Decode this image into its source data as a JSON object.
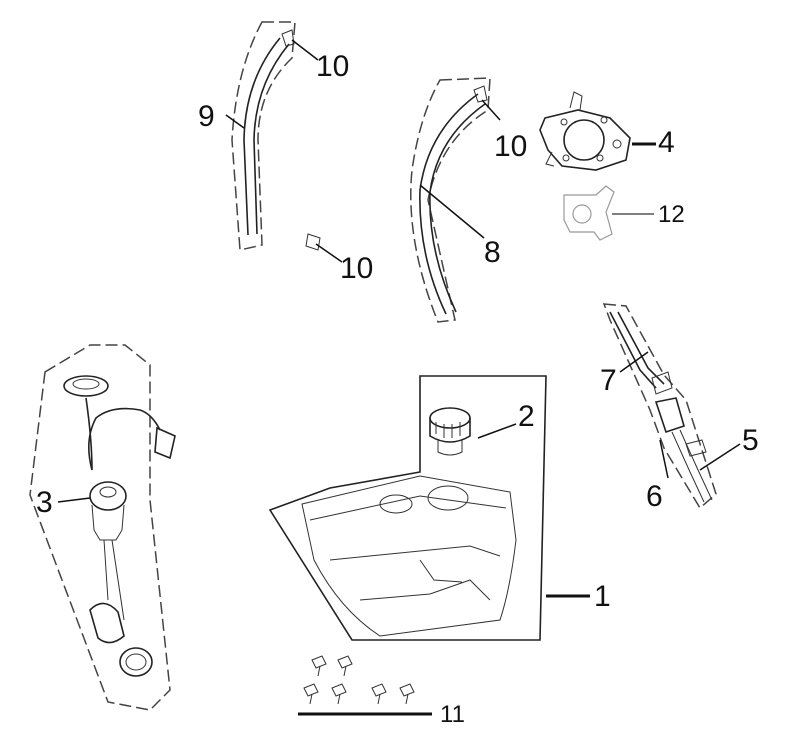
{
  "callouts": {
    "tank": "1",
    "cap": "2",
    "fuel_pump": "3",
    "bracket": "4",
    "hose_5": "5",
    "filter": "6",
    "hose_7": "7",
    "hose_8": "8",
    "hose_9": "9",
    "clamp_a": "10",
    "clamp_b": "10",
    "clamp_c": "10",
    "bolts": "11",
    "plate": "12"
  }
}
